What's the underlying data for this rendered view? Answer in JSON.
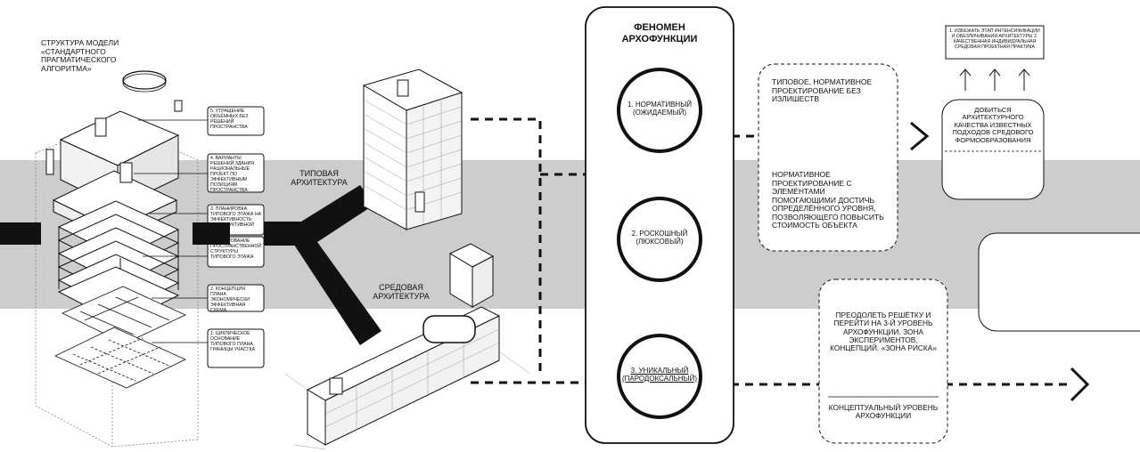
{
  "model_title": "СТРУКТУРА МОДЕЛИ «СТАНДАРТНОГО ПРАГМАТИЧЕСКОГО АЛГОРИТМА»",
  "model_labels": [
    "5. УТРАЩЕНИЕ ОБЪЁМНЫХ БЕЗ РЕШЕНИЙ ПРОСТРАНСТВА",
    "4. ВАРИАНТЫ РЕШЕНИЙ ЗДАНИЯ РАЦИОНАЛЬНЫЕ ПРОЕКТ ПО ЭФФЕКТИВНЫМ ПОЗИЦИЯМ ПРОСТРАНСТВА",
    "3. ПЛАНИРОВКА ТИПОВОГО ЭТАЖА НА ЭФФЕКТИВНОСТЬ КОНСТРУКТИВНОЙ СХЕМЫ",
    "НОРМИРОВАНИЕ ПРОСТРАНСТВЕННОЙ СТРУКТУРЫ ТИПОВОГО ЭТАЖА",
    "2. КОНЦЕПЦИЯ ПЛАНА ЭКОНОМИЧЕСКИ ЭФФЕКТИВНАЯ СХЕМА",
    "1. ЦИКЛИЧЕСКОЕ ОСНОВАНИЕ ТИПОВОГО ПЛАНА ГРАНИЦЫ УЧАСТКА"
  ],
  "typical_arch": "ТИПОВАЯ АРХИТЕКТУРА",
  "environmental_arch": "СРЕДОВАЯ АРХИТЕКТУРА",
  "phenomenon_title": "ФЕНОМЕН АРХОФУНКЦИИ",
  "levels": [
    "1. НОРМАТИВНЫЙ (ОЖИДАЕМЫЙ)",
    "2. РОСКОШНЫЙ (ЛЮКСОВЫЙ)",
    "3. УНИКАЛЬНЫЙ (ПАРОДОКСАЛЬНЫЙ)"
  ],
  "typical_design": "ТИПОВОЕ, НОРМАТИВНОЕ ПРОЕКТИРОВАНИЕ БЕЗ ИЗЛИШЕСТВ",
  "normative_design": "НОРМАТИВНОЕ ПРОЕКТИРОВАНИЕ С ЭЛЕМЕНТАМИ ПОМОГАЮЩИМИ ДОСТИЧЬ ОПРЕДЕЛЁННОГО УРОВНЯ, ПОЗВОЛЯЮЩЕГО ПОВЫСИТЬ СТОИМОСТЬ ОБЪЕКТА",
  "achieve_quality": "ДОБИТЬСЯ АРХИТЕКТУРНОГО КАЧЕСТВА ИЗВЕСТНЫХ ПОДХОДОВ СРЕДОВОГО ФОРМООБРАЗОВАНИЯ",
  "top_note": "1. ИЗБЕЖАТЬ ЭТАП ИНТЕНСИФИКАЦИИ И ОБЕЗЛИЧИВАНИЯ АРХИТЕКТУРЫ 2. КАЧЕСТВЕННАЯ ИНДИВИДУАЛЬНАЯ СРЕДОВАЯ ПРОЕКТНАЯ ПРАКТИКА",
  "overcome": "ПРЕОДОЛЕТЬ РЕШЁТКУ И ПЕРЕЙТИ НА 3-Й УРОВЕНЬ АРХОФУНКЦИИ. ЗОНА ЭКСПЕРИМЕНТОВ, КОНЦЕПЦИЙ. «ЗОНА РИСКА»",
  "conceptual": "КОНЦЕПТУАЛЬНЫЙ УРОВЕНЬ АРХОФУНКЦИИ",
  "colors": {
    "band": "#cdcdcd",
    "ink": "#111111",
    "paper": "#ffffff"
  }
}
